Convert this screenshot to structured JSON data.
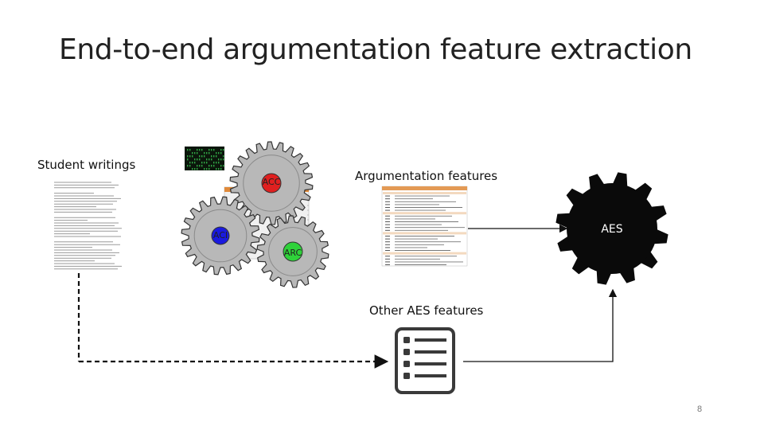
{
  "slide": {
    "title": "End-to-end argumentation feature extraction",
    "page_number": "8"
  },
  "labels": {
    "student_writings": "Student writings",
    "argumentation_features": "Argumentation features",
    "other_aes_features": "Other AES features"
  },
  "gears": {
    "acc": "ACC",
    "aci": "ACI",
    "arc": "ARC",
    "aes": "AES"
  },
  "colors": {
    "acc": "#e02020",
    "aci": "#1a1adf",
    "arc": "#2fd23a",
    "gear_gray": "#b8b8b8",
    "aes_gear": "#0a0a0a"
  }
}
